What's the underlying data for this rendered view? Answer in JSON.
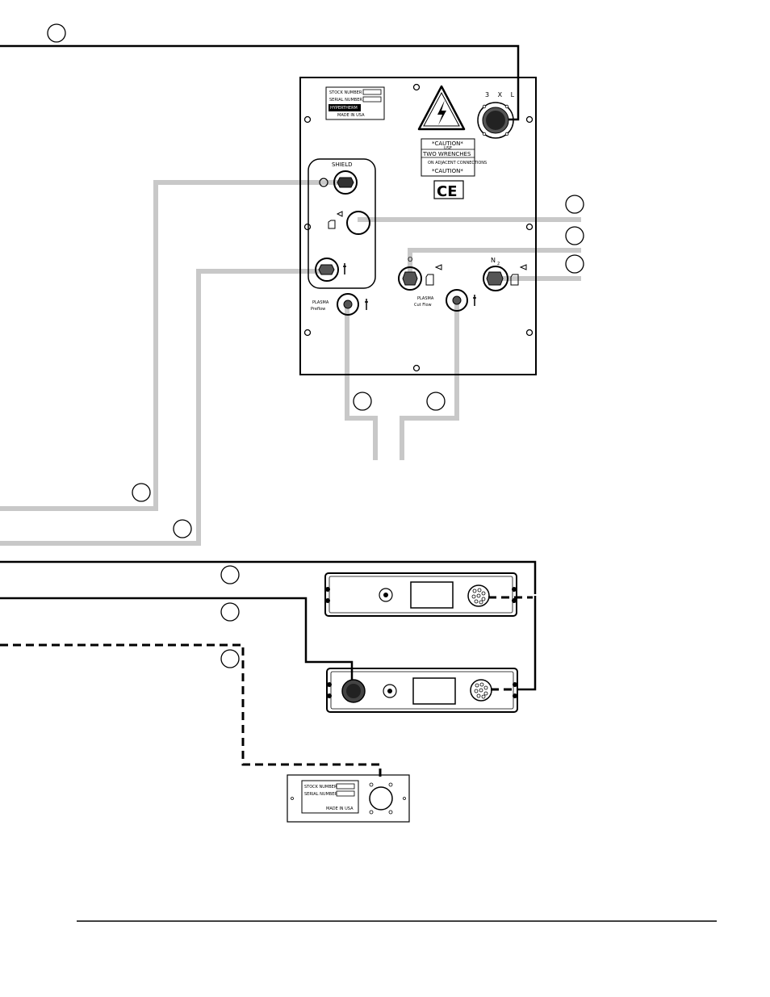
{
  "panel": {
    "connector_label": "3 X L",
    "shield_label": "SHIELD",
    "caution_top": "*CAUTION*",
    "caution_use": "USE",
    "caution_two_wrenches": "TWO WRENCHES",
    "caution_small": "ON ADJACENT CONNECTIONS",
    "caution_bottom": "*CAUTION*",
    "ce_mark": "CE",
    "nameplate_stock": "STOCK NUMBER",
    "nameplate_serial": "SERIAL NUMBER",
    "nameplate_brand": "HYPERTHERM",
    "nameplate_made": "MADE IN USA",
    "plasma_preflow_1": "PLASMA",
    "plasma_preflow_2": "Preflow",
    "plasma_cutflow_1": "PLASMA",
    "plasma_cutflow_2": "Cut Flow",
    "o2_label": "O",
    "n2_label": "N",
    "n2_sub": "2"
  },
  "small_box": {
    "stock": "STOCK NUMBER",
    "serial": "SERIAL NUMBER",
    "made": "MADE IN USA"
  }
}
